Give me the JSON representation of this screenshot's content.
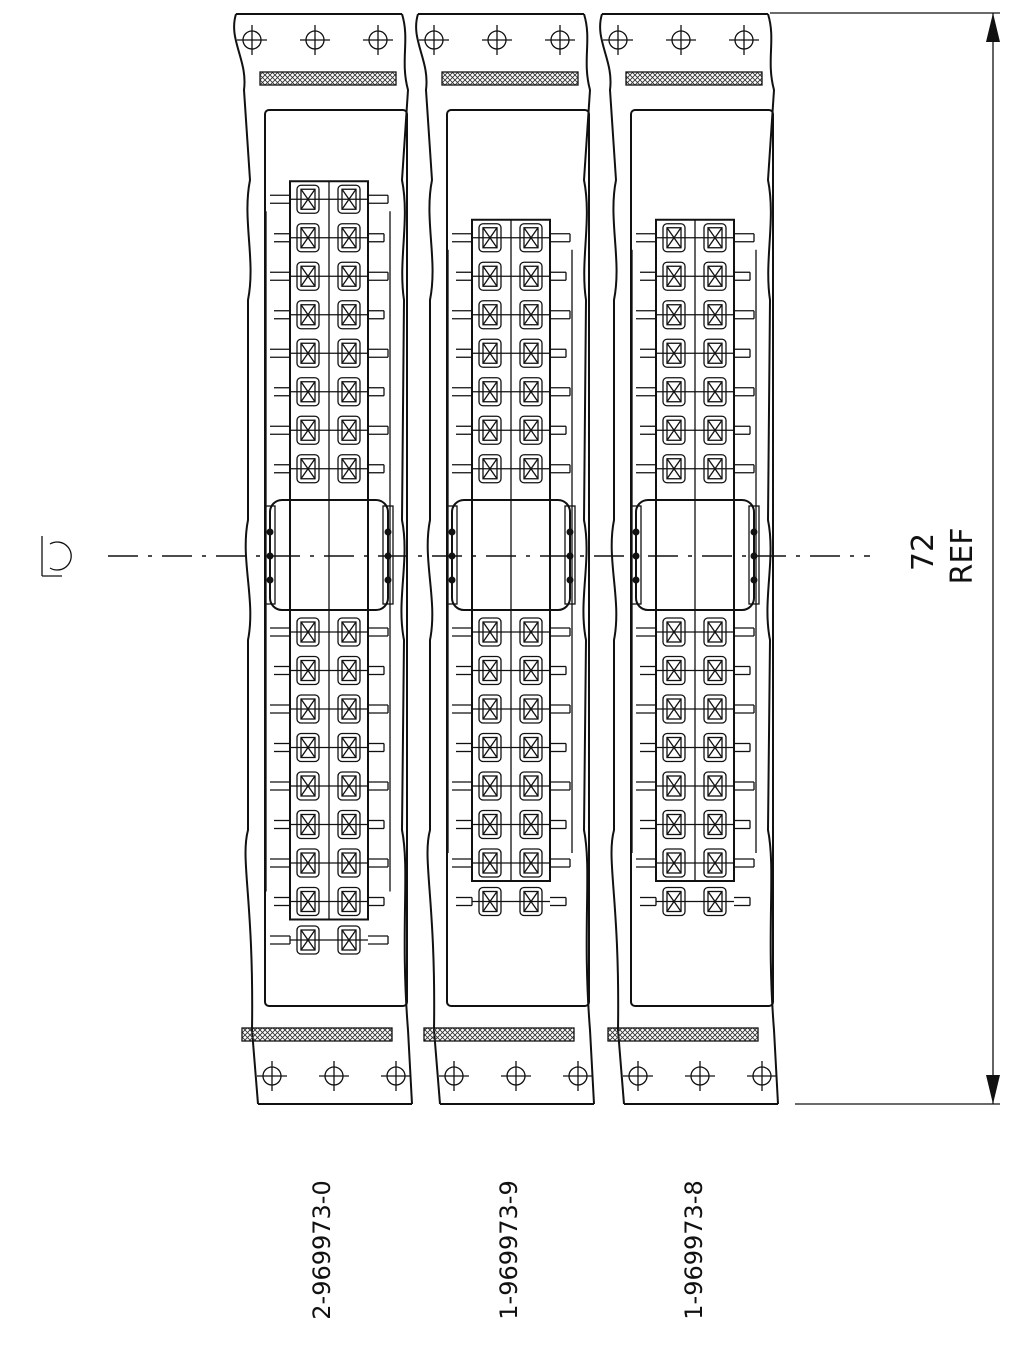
{
  "drawing": {
    "centerline_symbol": "centerline-symbol",
    "dimension": {
      "value": "72",
      "note": "REF"
    },
    "strips": [
      {
        "part_number": "2-969973-0",
        "contact_rows": 8
      },
      {
        "part_number": "1-969973-9",
        "contact_rows": 7
      },
      {
        "part_number": "1-969973-8",
        "contact_rows": 7
      }
    ]
  }
}
